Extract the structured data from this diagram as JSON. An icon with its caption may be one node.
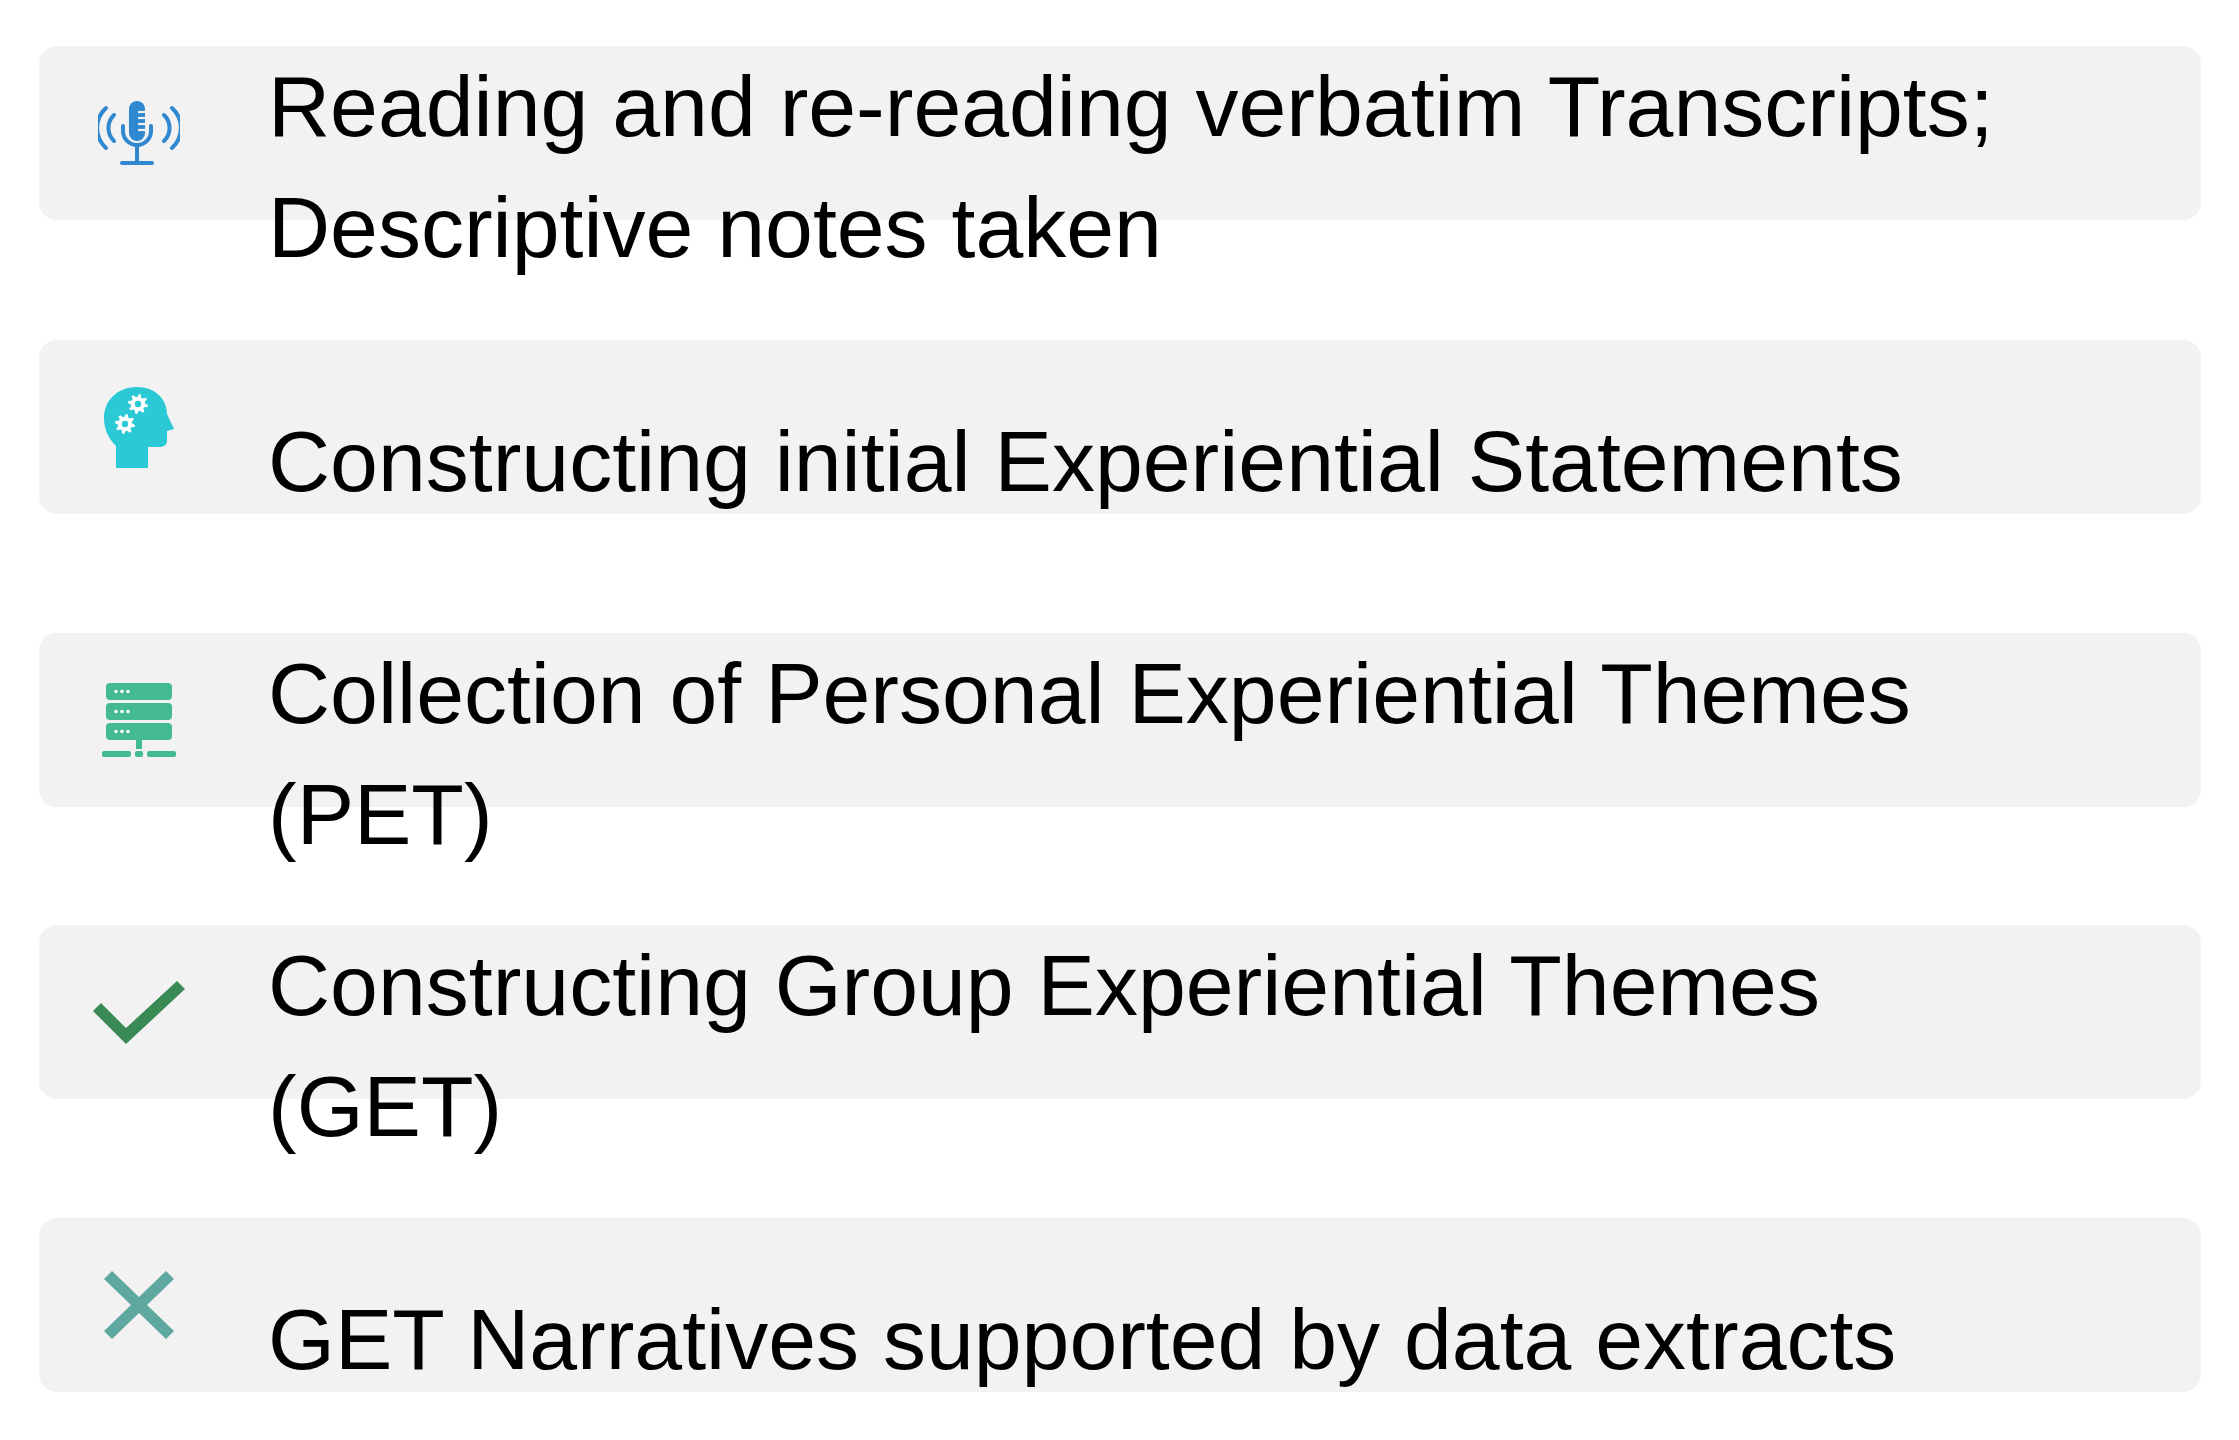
{
  "diagram": {
    "nodes": [
      {
        "text": [
          "Reading and re-reading verbatim Transcripts; Descriptive notes taken"
        ]
      },
      {
        "text": [
          "Constructing initial Experiential Statements"
        ]
      },
      {
        "text": [
          "Collection of Personal Experiential Themes (PET)"
        ]
      },
      {
        "text": [
          "Constructing Group Experiential Themes (GET)"
        ]
      },
      {
        "text": [
          "GET Narratives supported by data extracts"
        ]
      }
    ]
  }
}
